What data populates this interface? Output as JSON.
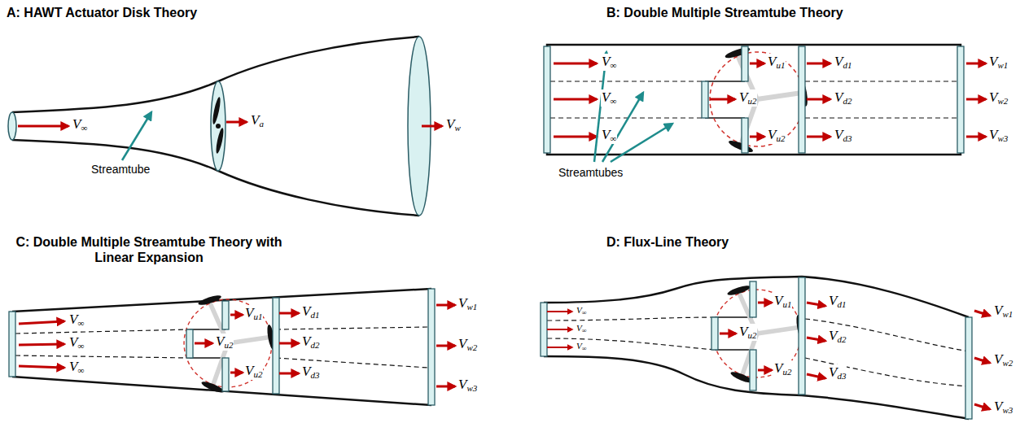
{
  "diagram": {
    "labels": [
      "A: HAWT Actuator Disk Theory",
      "V∞",
      "Streamtube",
      "Va",
      "Vw",
      "B: Double Multiple Streamtube Theory",
      "V∞",
      "V∞",
      "V∞",
      "Vu1",
      "Vu2",
      "Vu2",
      "Vd1",
      "Vd2",
      "Vd3",
      "Vw1",
      "Vw2",
      "Vw3",
      "Streamtubes",
      "C: Double Multiple Streamtube Theory with Linear Expansion",
      "V∞",
      "V∞",
      "V∞",
      "Vu1",
      "Vu2",
      "Vu2",
      "Vd1",
      "Vd2",
      "Vd3",
      "Vw1",
      "Vw2",
      "Vw3",
      "D: Flux-Line Theory",
      "V∞",
      "V∞",
      "V∞",
      "Vu1",
      "Vu2",
      "Vu2",
      "Vd1",
      "Vd2",
      "Vd3",
      "Vw1",
      "Vw2",
      "Vw3"
    ]
  }
}
